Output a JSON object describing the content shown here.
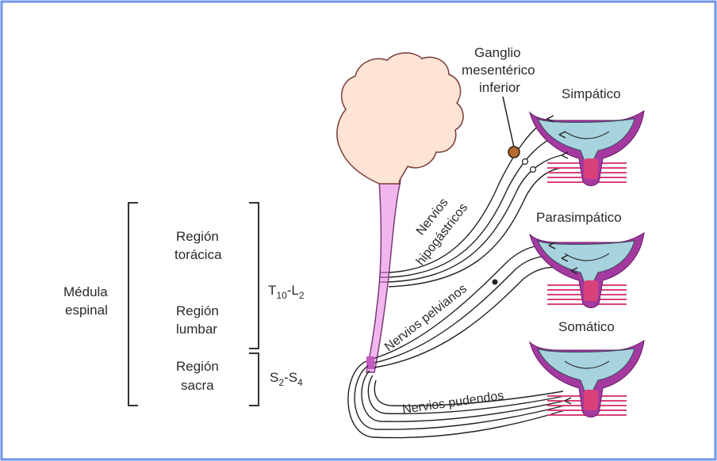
{
  "labels": {
    "medula_line1": "Médula",
    "medula_line2": "espinal",
    "toracica_line1": "Región",
    "toracica_line2": "torácica",
    "lumbar_line1": "Región",
    "lumbar_line2": "lumbar",
    "sacra_line1": "Región",
    "sacra_line2": "sacra",
    "t_segment": "T",
    "t_sub": "10",
    "l_segment": "-L",
    "l_sub": "2",
    "s_segment": "S",
    "s_sub": "2",
    "s_dash": "-S",
    "s_sub2": "4",
    "ganglio_line1": "Ganglio",
    "ganglio_line2": "mesentérico",
    "ganglio_line3": "inferior",
    "simpatico": "Simpático",
    "parasimpatico": "Parasimpático",
    "somatico": "Somático",
    "nervios_hipogastricos_line1": "Nervios",
    "nervios_hipogastricos_line2": "hipogástricos",
    "nervios_pelvianos": "Nervios pelvianos",
    "nervios_pudendos": "Nervios pudendos"
  },
  "colors": {
    "border": "#6f95e8",
    "brain_fill": "#fde4d4",
    "cord_fill": "#f2b6ee",
    "bladder_wall": "#a43aa0",
    "bladder_lumen": "#a6d3de",
    "sphincter": "#d9417a",
    "ganglion": "#b86a2a",
    "nerve_stroke": "#222222"
  }
}
